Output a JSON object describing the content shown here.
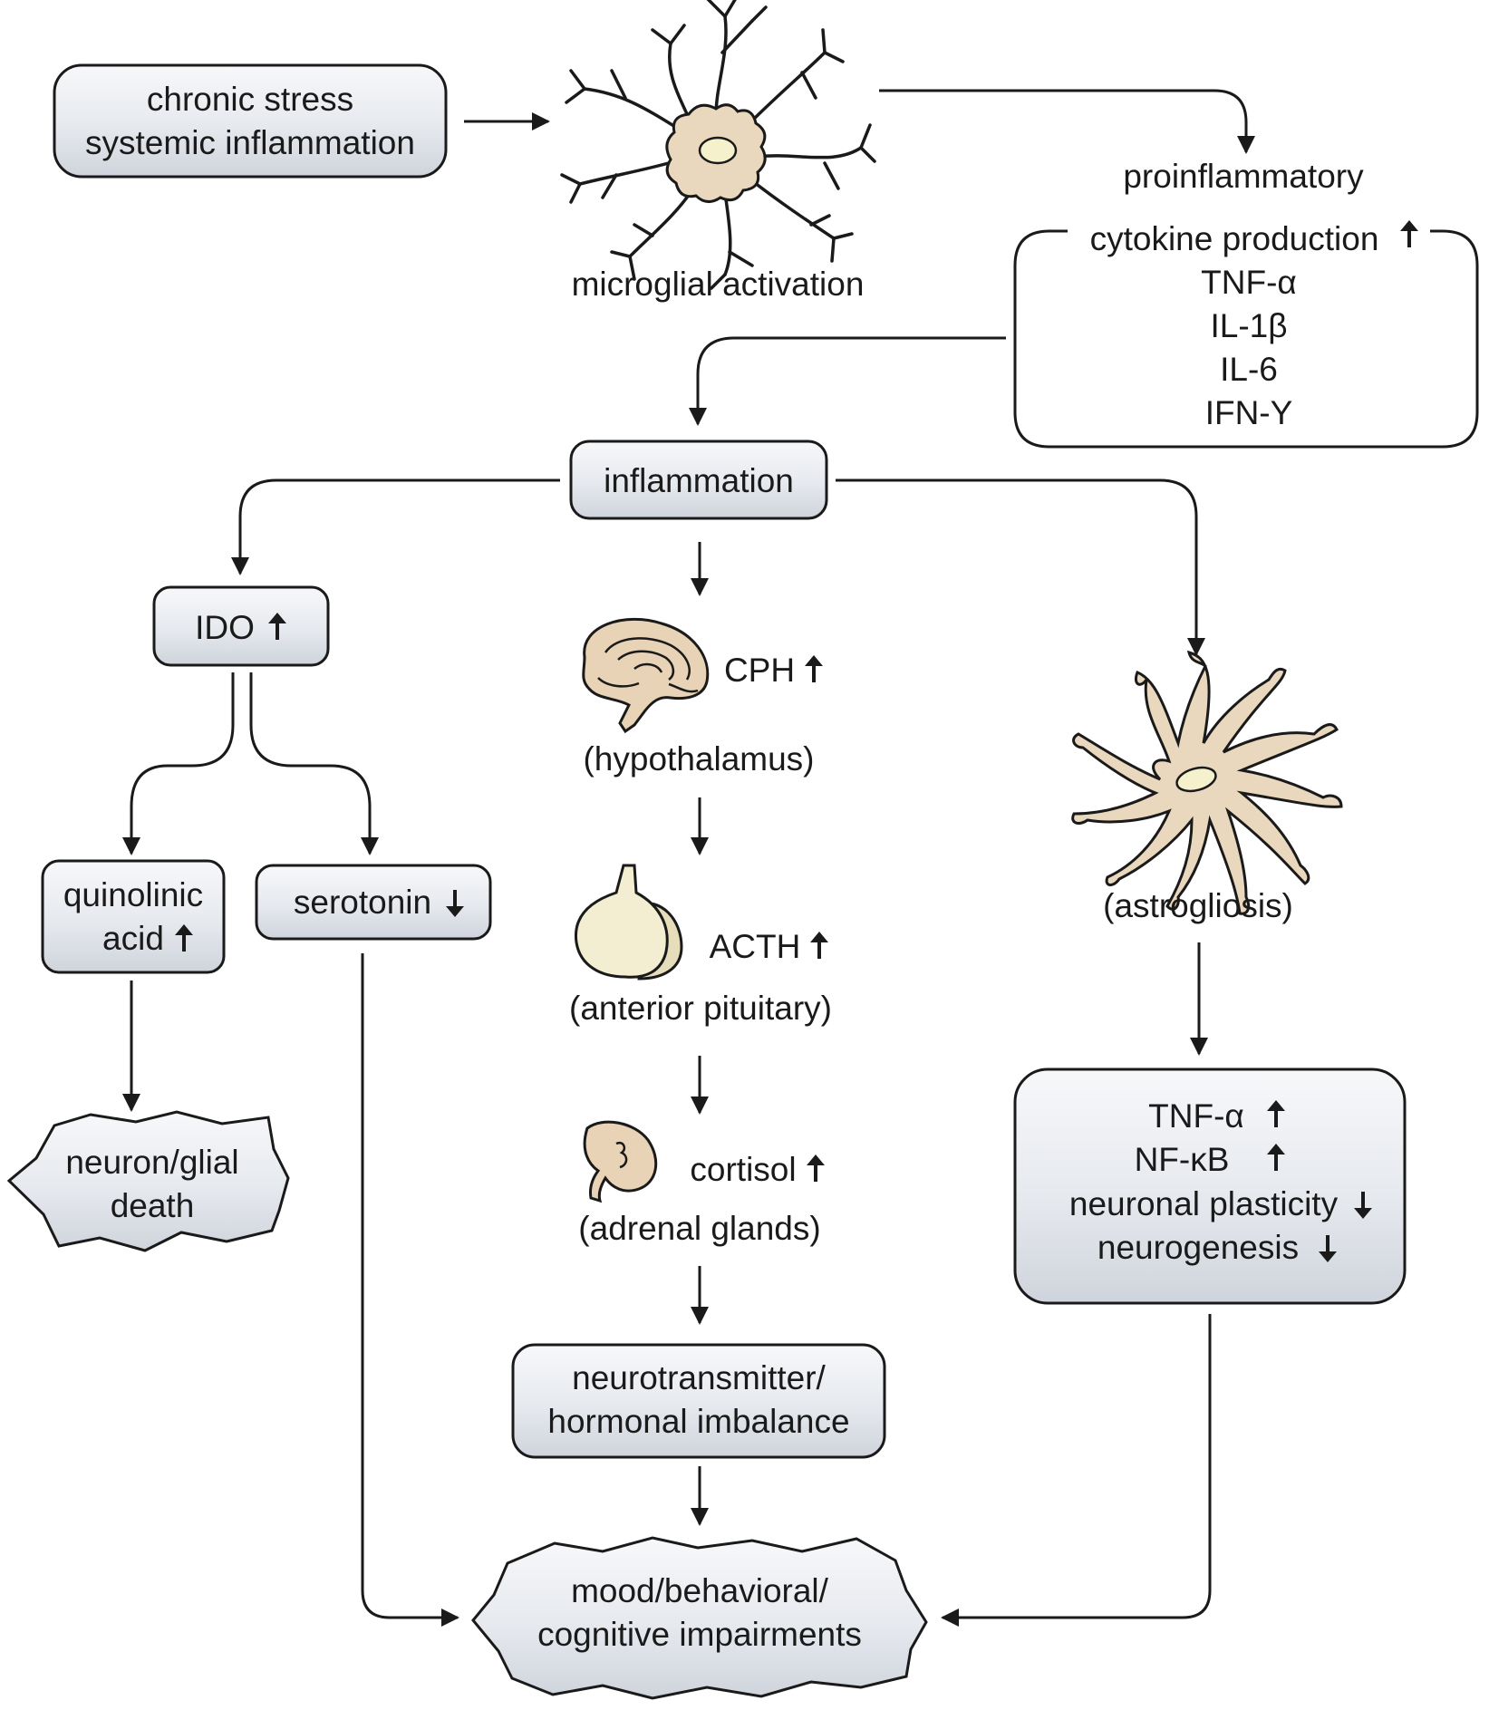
{
  "nodes": {
    "stress": [
      "chronic stress",
      "systemic inflammation"
    ],
    "microglia_label": "microglial activation",
    "cytokine_header": "proinflammatory",
    "cytokine_list": [
      "cytokine production",
      "TNF-α",
      "IL-1β",
      "IL-6",
      "IFN-Y"
    ],
    "inflammation": "inflammation",
    "ido": "IDO",
    "quinolinic": [
      "quinolinic",
      "acid"
    ],
    "serotonin": "serotonin",
    "neuron_death": [
      "neuron/glial",
      "death"
    ],
    "cph": "CPH",
    "hypothalamus": "(hypothalamus)",
    "acth": "ACTH",
    "pituitary": "(anterior pituitary)",
    "cortisol": "cortisol",
    "adrenal": "(adrenal glands)",
    "imbalance": [
      "neurotransmitter/",
      "hormonal imbalance"
    ],
    "impairments": [
      "mood/behavioral/",
      "cognitive impairments"
    ],
    "astro_label": "(astrogliosis)",
    "astro_effects": [
      "TNF-α",
      "NF-κB",
      "neuronal plasticity",
      "neurogenesis"
    ]
  },
  "indicators": {
    "cytokine_production": "up",
    "ido": "up",
    "quinolinic_acid": "up",
    "serotonin": "down",
    "cph": "up",
    "acth": "up",
    "cortisol": "up",
    "tnf_alpha_astro": "up",
    "nf_kb": "up",
    "neuronal_plasticity": "down",
    "neurogenesis": "down"
  },
  "icons": [
    "microglia-cell-icon",
    "brain-icon",
    "pituitary-gland-icon",
    "adrenal-gland-icon",
    "astrocyte-cell-icon",
    "up-arrow-icon",
    "down-arrow-icon"
  ],
  "colors": {
    "box_fill_top": "#f7f8fa",
    "box_fill_bottom": "#cfd4dc",
    "cell_fill": "#e9d8bd",
    "nucleus_fill": "#f5f1cc",
    "line": "#1a1a1a"
  }
}
